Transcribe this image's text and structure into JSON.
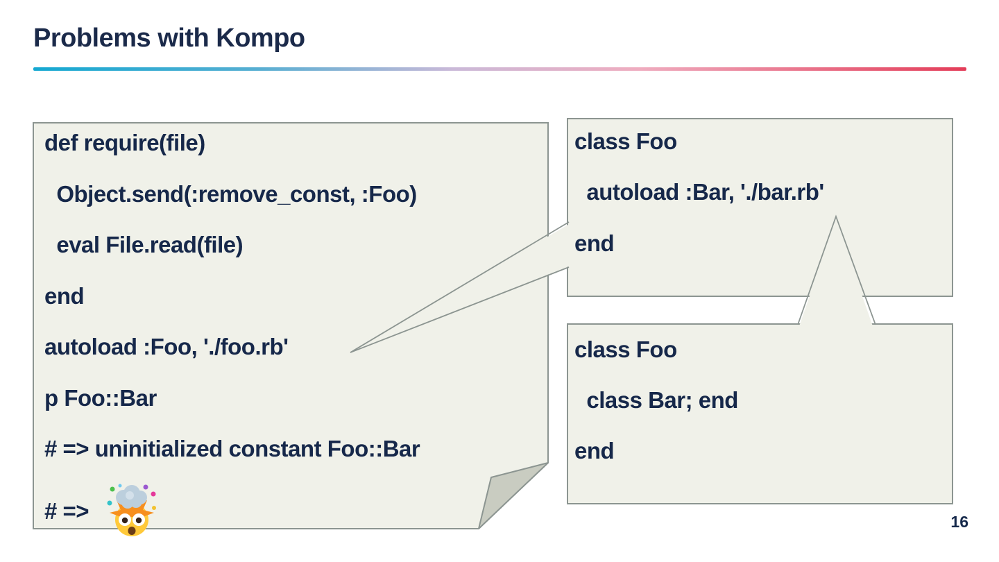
{
  "slide": {
    "title": "Problems with Kompo",
    "page_number": "16"
  },
  "colors": {
    "title_text": "#1b2a4a",
    "code_text": "#16284a",
    "bubble_fill": "#f0f1e9",
    "bubble_border": "#8c9591",
    "folded_corner_fill": "#c9ccc1",
    "rule_gradient_start": "#14a8d1",
    "rule_gradient_middle": "#cab9d8",
    "rule_gradient_end": "#e33c58"
  },
  "left_code": {
    "lines": [
      "def require(file)",
      "  Object.send(:remove_const, :Foo)",
      "  eval File.read(file)",
      "end",
      "autoload :Foo, './foo.rb'",
      "p Foo::Bar",
      "# => uninitialized constant Foo::Bar",
      "# =>"
    ],
    "emoji": "🤯",
    "emoji_name": "exploding-head"
  },
  "top_right_code": {
    "lines": [
      "class Foo",
      "  autoload :Bar, './bar.rb'",
      "end"
    ]
  },
  "bottom_right_code": {
    "lines": [
      "class Foo",
      "  class Bar; end",
      "end"
    ]
  }
}
